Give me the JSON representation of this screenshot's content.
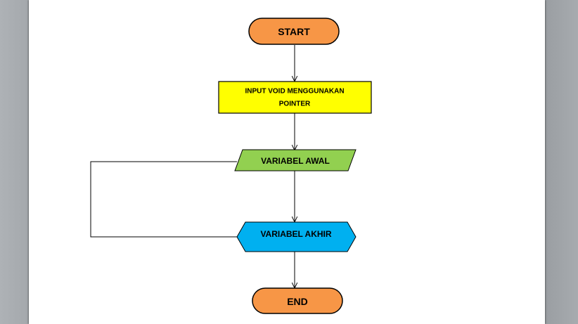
{
  "flowchart": {
    "start": {
      "label": "START",
      "color": "#f79646"
    },
    "process": {
      "line1": "INPUT VOID MENGGUNAKAN",
      "line2": "POINTER",
      "color": "#ffff00"
    },
    "input": {
      "label": "VARIABEL AWAL",
      "color": "#92d050"
    },
    "preparation": {
      "label": "VARIABEL AKHIR",
      "color": "#00b0f0"
    },
    "end": {
      "label": "END",
      "color": "#f79646"
    }
  },
  "colors": {
    "stroke": "#000000",
    "page": "#ffffff",
    "workspace": "#a9adb1"
  }
}
